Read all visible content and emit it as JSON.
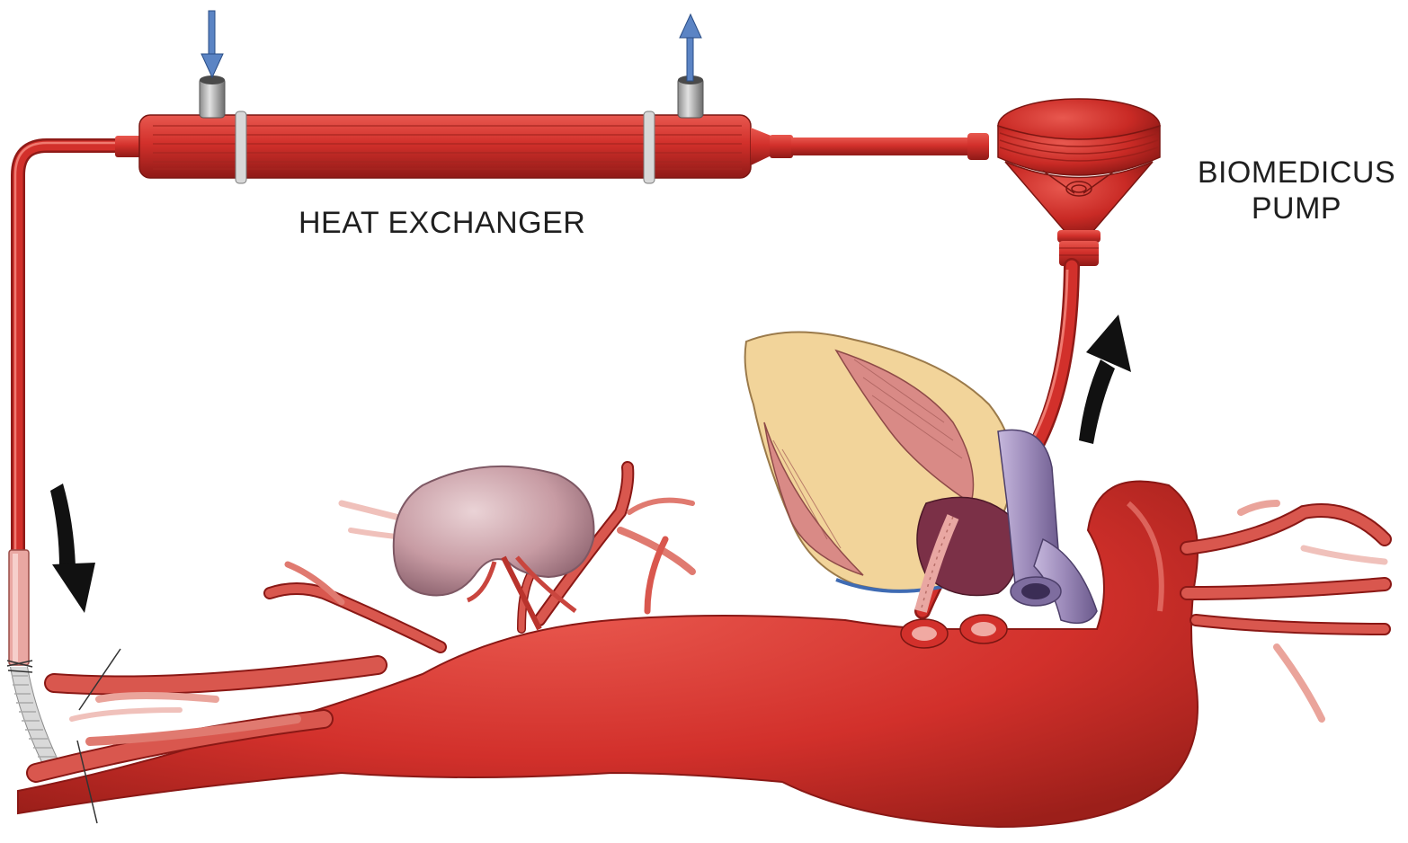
{
  "labels": {
    "heat_exchanger": "HEAT EXCHANGER",
    "pump_line1": "BIOMEDICUS",
    "pump_line2": "PUMP"
  },
  "colors": {
    "tubing": "#d2302b",
    "tubing_dark": "#8f1a17",
    "aorta": "#d7352e",
    "heart_fat": "#f2d49a",
    "heart_muscle": "#d98a86",
    "kidney": "#c79ba3",
    "vein": "#9a88b8",
    "coolant_arrow": "#5b84c4",
    "flow_arrow": "#111111"
  },
  "icons": {
    "coolant_in": "arrow-down-icon",
    "coolant_out": "arrow-up-icon",
    "flow_down": "curved-arrow-down-icon",
    "flow_up": "curved-arrow-up-icon"
  }
}
